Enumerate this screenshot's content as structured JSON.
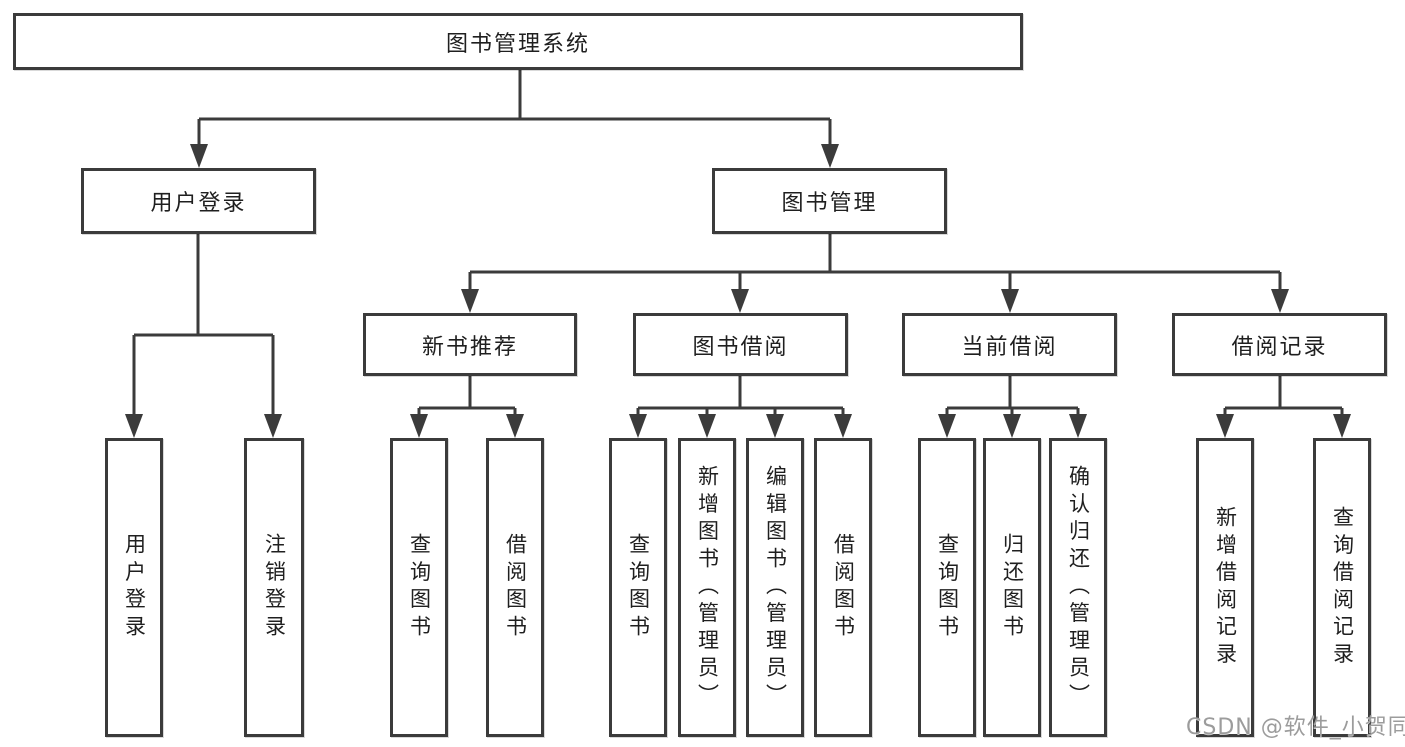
{
  "diagram": {
    "root": {
      "label": "图书管理系统"
    },
    "level2": [
      {
        "label": "用户登录"
      },
      {
        "label": "图书管理"
      }
    ],
    "level3": [
      {
        "label": "新书推荐"
      },
      {
        "label": "图书借阅"
      },
      {
        "label": "当前借阅"
      },
      {
        "label": "借阅记录"
      }
    ],
    "leaves": {
      "user_login": [
        {
          "label": "用户登录"
        },
        {
          "label": "注销登录"
        }
      ],
      "new_book": [
        {
          "label": "查询图书"
        },
        {
          "label": "借阅图书"
        }
      ],
      "book_borrow": [
        {
          "label": "查询图书"
        },
        {
          "label": "新增图书（管理员）"
        },
        {
          "label": "编辑图书（管理员）"
        },
        {
          "label": "借阅图书"
        }
      ],
      "current_borrow": [
        {
          "label": "查询图书"
        },
        {
          "label": "归还图书"
        },
        {
          "label": "确认归还（管理员）"
        }
      ],
      "borrow_records": [
        {
          "label": "新增借阅记录"
        },
        {
          "label": "查询借阅记录"
        }
      ]
    },
    "colors": {
      "line": "#3b3b3b",
      "text": "#1f1f1f",
      "background": "#ffffff",
      "watermark": "#9c9c9c"
    }
  },
  "watermark": {
    "text": "CSDN @软件_小贺同学"
  }
}
